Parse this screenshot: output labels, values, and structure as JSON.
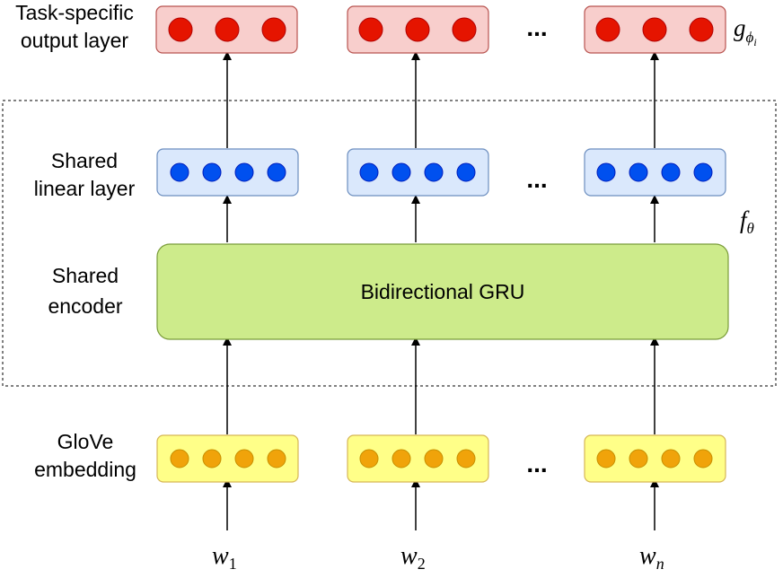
{
  "labels": {
    "output_line1": "Task-specific",
    "output_line2": "output layer",
    "linear_line1": "Shared",
    "linear_line2": "linear layer",
    "encoder_line1": "Shared",
    "encoder_line2": "encoder",
    "embed_line1": "GloVe",
    "embed_line2": "embedding",
    "gru": "Bidirectional GRU",
    "ellipsis": "..."
  },
  "math": {
    "g": "g",
    "phi": "ϕ",
    "i": "i",
    "f": "f",
    "theta": "θ",
    "w": "w",
    "sub1": "1",
    "sub2": "2",
    "subn": "n"
  },
  "colors": {
    "output_fill": "#f8cecc",
    "output_dot": "#e51400",
    "linear_fill": "#dae8fc",
    "linear_dot": "#0050ef",
    "gru_fill": "#cdeb8b",
    "embed_fill": "#ffff88",
    "embed_dot": "#f0a30a"
  }
}
